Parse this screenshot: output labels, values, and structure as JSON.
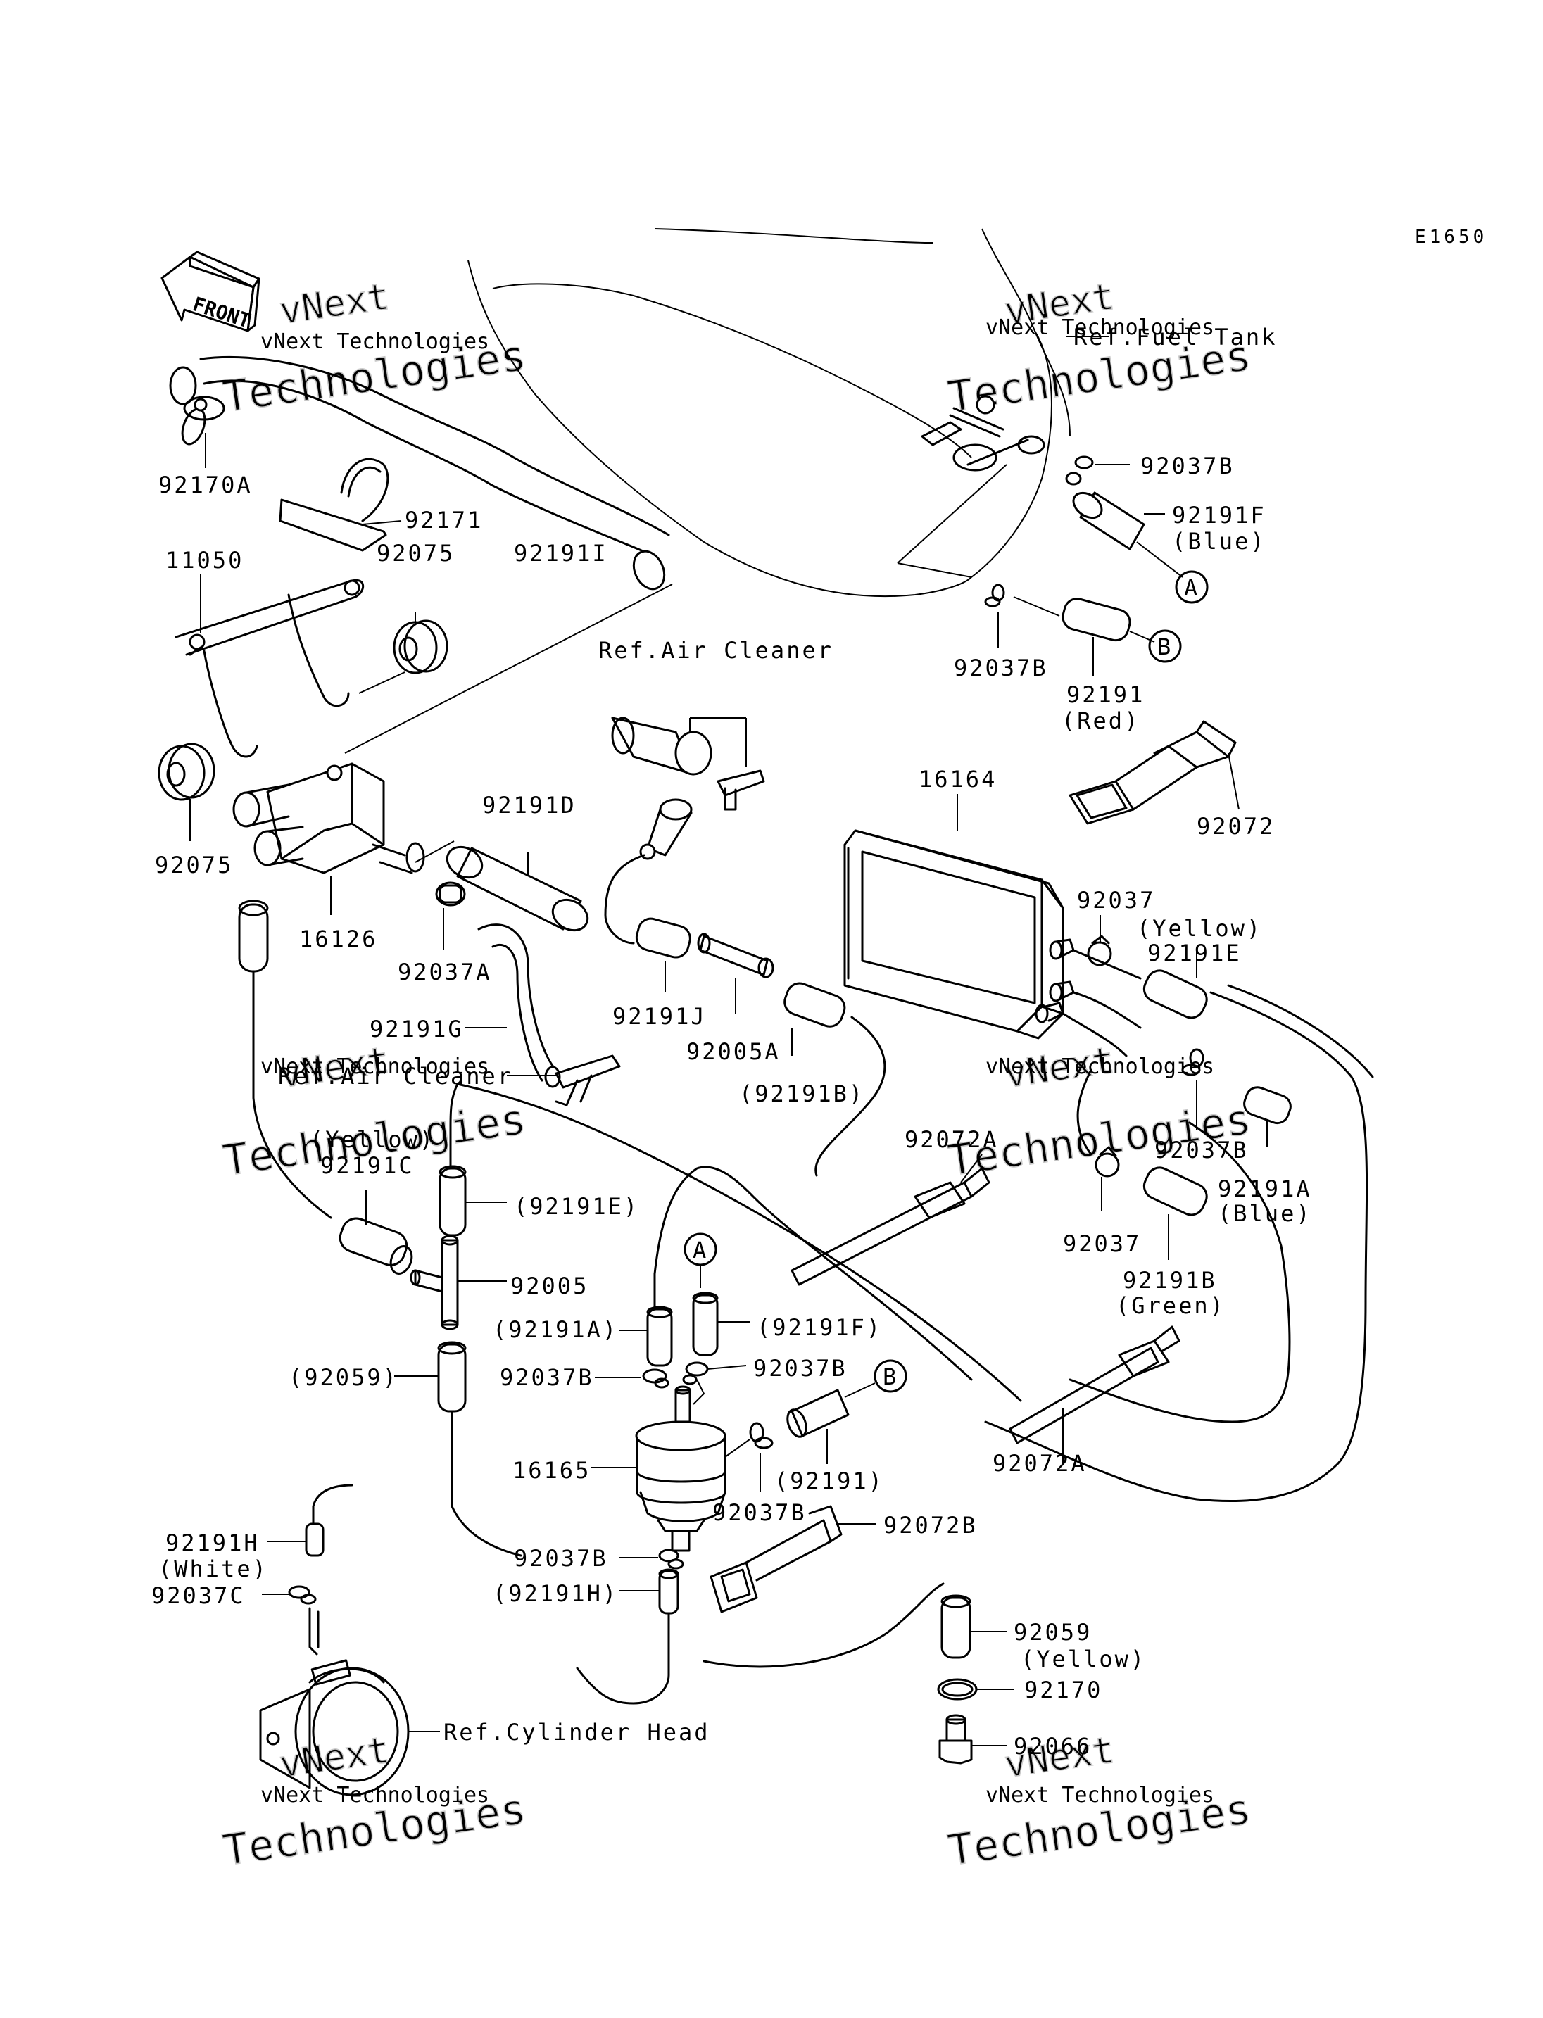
{
  "diagram_code": "E1650",
  "front_arrow": "FRONT",
  "references": {
    "fuel_tank": "Ref.Fuel Tank",
    "air_cleaner_top": "Ref.Air Cleaner",
    "air_cleaner_mid": "Ref.Air Cleaner",
    "cylinder_head": "Ref.Cylinder Head"
  },
  "parts": {
    "p92170A": "92170A",
    "p92171": "92171",
    "p11050": "11050",
    "p92075_top": "92075",
    "p92191I": "92191I",
    "p92075_left": "92075",
    "p16126": "16126",
    "p92191D": "92191D",
    "p92037A": "92037A",
    "p92191G": "92191G",
    "p92191J": "92191J",
    "p92005A": "92005A",
    "p92191B_paren": "(92191B)",
    "p92037B_1": "92037B",
    "p92191F": "92191F",
    "p92191F_color": "(Blue)",
    "p92037B_2": "92037B",
    "p92191": "92191",
    "p92191_color": "(Red)",
    "p92072": "92072",
    "p16164": "16164",
    "p92037_1": "92037",
    "p92191E_color": "(Yellow)",
    "p92191E": "92191E",
    "p92037B_3": "92037B",
    "p92191A": "92191A",
    "p92191A_color": "(Blue)",
    "p92037_2": "92037",
    "p92191B": "92191B",
    "p92191B_color": "(Green)",
    "p92072A_1": "92072A",
    "p92072A_2": "92072A",
    "p92191C_color": "(Yellow)",
    "p92191C": "92191C",
    "p92191E_paren": "(92191E)",
    "p92005": "92005",
    "p92191A_paren": "(92191A)",
    "p92191F_paren": "(92191F)",
    "p92059_paren": "(92059)",
    "p92037B_4": "92037B",
    "p92037B_5": "92037B",
    "p16165": "16165",
    "p92191_paren": "(92191)",
    "p92037B_6": "92037B",
    "p92191H": "92191H",
    "p92191H_color": "(White)",
    "p92037C": "92037C",
    "p92037B_7": "92037B",
    "p92191H_paren": "(92191H)",
    "p92072B": "92072B",
    "p92059": "92059",
    "p92059_color": "(Yellow)",
    "p92170": "92170",
    "p92066": "92066"
  },
  "callouts": {
    "A_top": "A",
    "B_top": "B",
    "A_mid": "A",
    "B_mid": "B"
  },
  "watermarks": {
    "brand": "vNext",
    "word": "Technologies",
    "full": "vNext Technologies"
  }
}
